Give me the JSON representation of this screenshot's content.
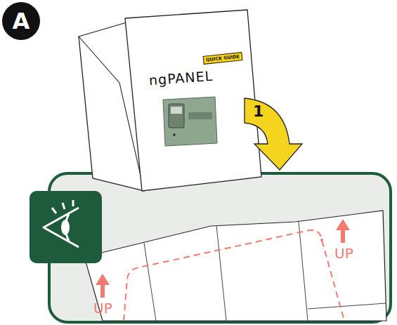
{
  "diagram": {
    "nodes": [
      {
        "text": [
          "A"
        ]
      },
      {
        "text": [
          "QUICK GUIDE"
        ]
      }
    ],
    "labels": [
      "ngPANEL",
      "1",
      "UP",
      "UP"
    ]
  }
}
